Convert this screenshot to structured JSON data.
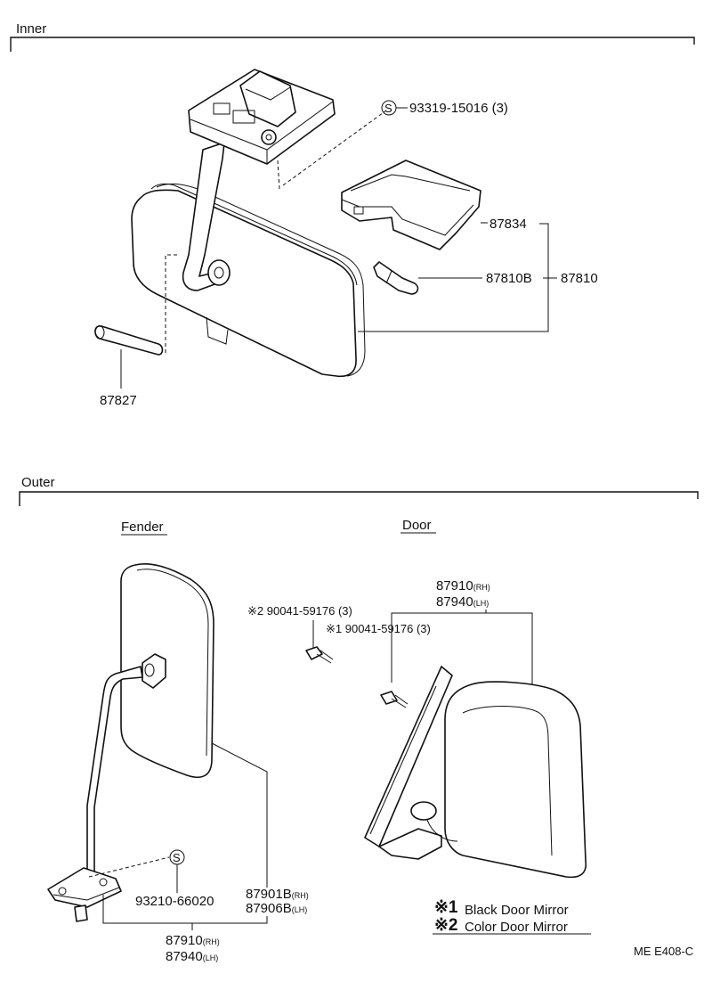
{
  "sections": {
    "inner": "Inner",
    "outer": "Outer",
    "fender": "Fender",
    "door": "Door"
  },
  "inner_parts": {
    "screw_symbol": "S",
    "screw": "93319-15016 (3)",
    "cover": "87834",
    "bulb": "87810B",
    "mirror_assy": "87810",
    "pin": "87827"
  },
  "fender_parts": {
    "screw_symbol": "S",
    "screw": "93210-66020",
    "mirror_rh": "87901B",
    "mirror_lh": "87906B",
    "assy_rh": "87910",
    "assy_lh": "87940"
  },
  "door_parts": {
    "assy_rh": "87910",
    "assy_lh": "87940",
    "bolt2": "※2 90041-59176 (3)",
    "bolt1": "※1 90041-59176 (3)"
  },
  "suffix": {
    "rh": "(RH)",
    "lh": "(LH)"
  },
  "legend": {
    "mark1": "※1",
    "text1": "Black Door Mirror",
    "mark2": "※2",
    "text2": "Color Door Mirror"
  },
  "code": "ME E408-C",
  "icons": [
    "bracket-icon",
    "mirror-icon",
    "bulb-icon",
    "pin-icon",
    "screw-icon"
  ]
}
